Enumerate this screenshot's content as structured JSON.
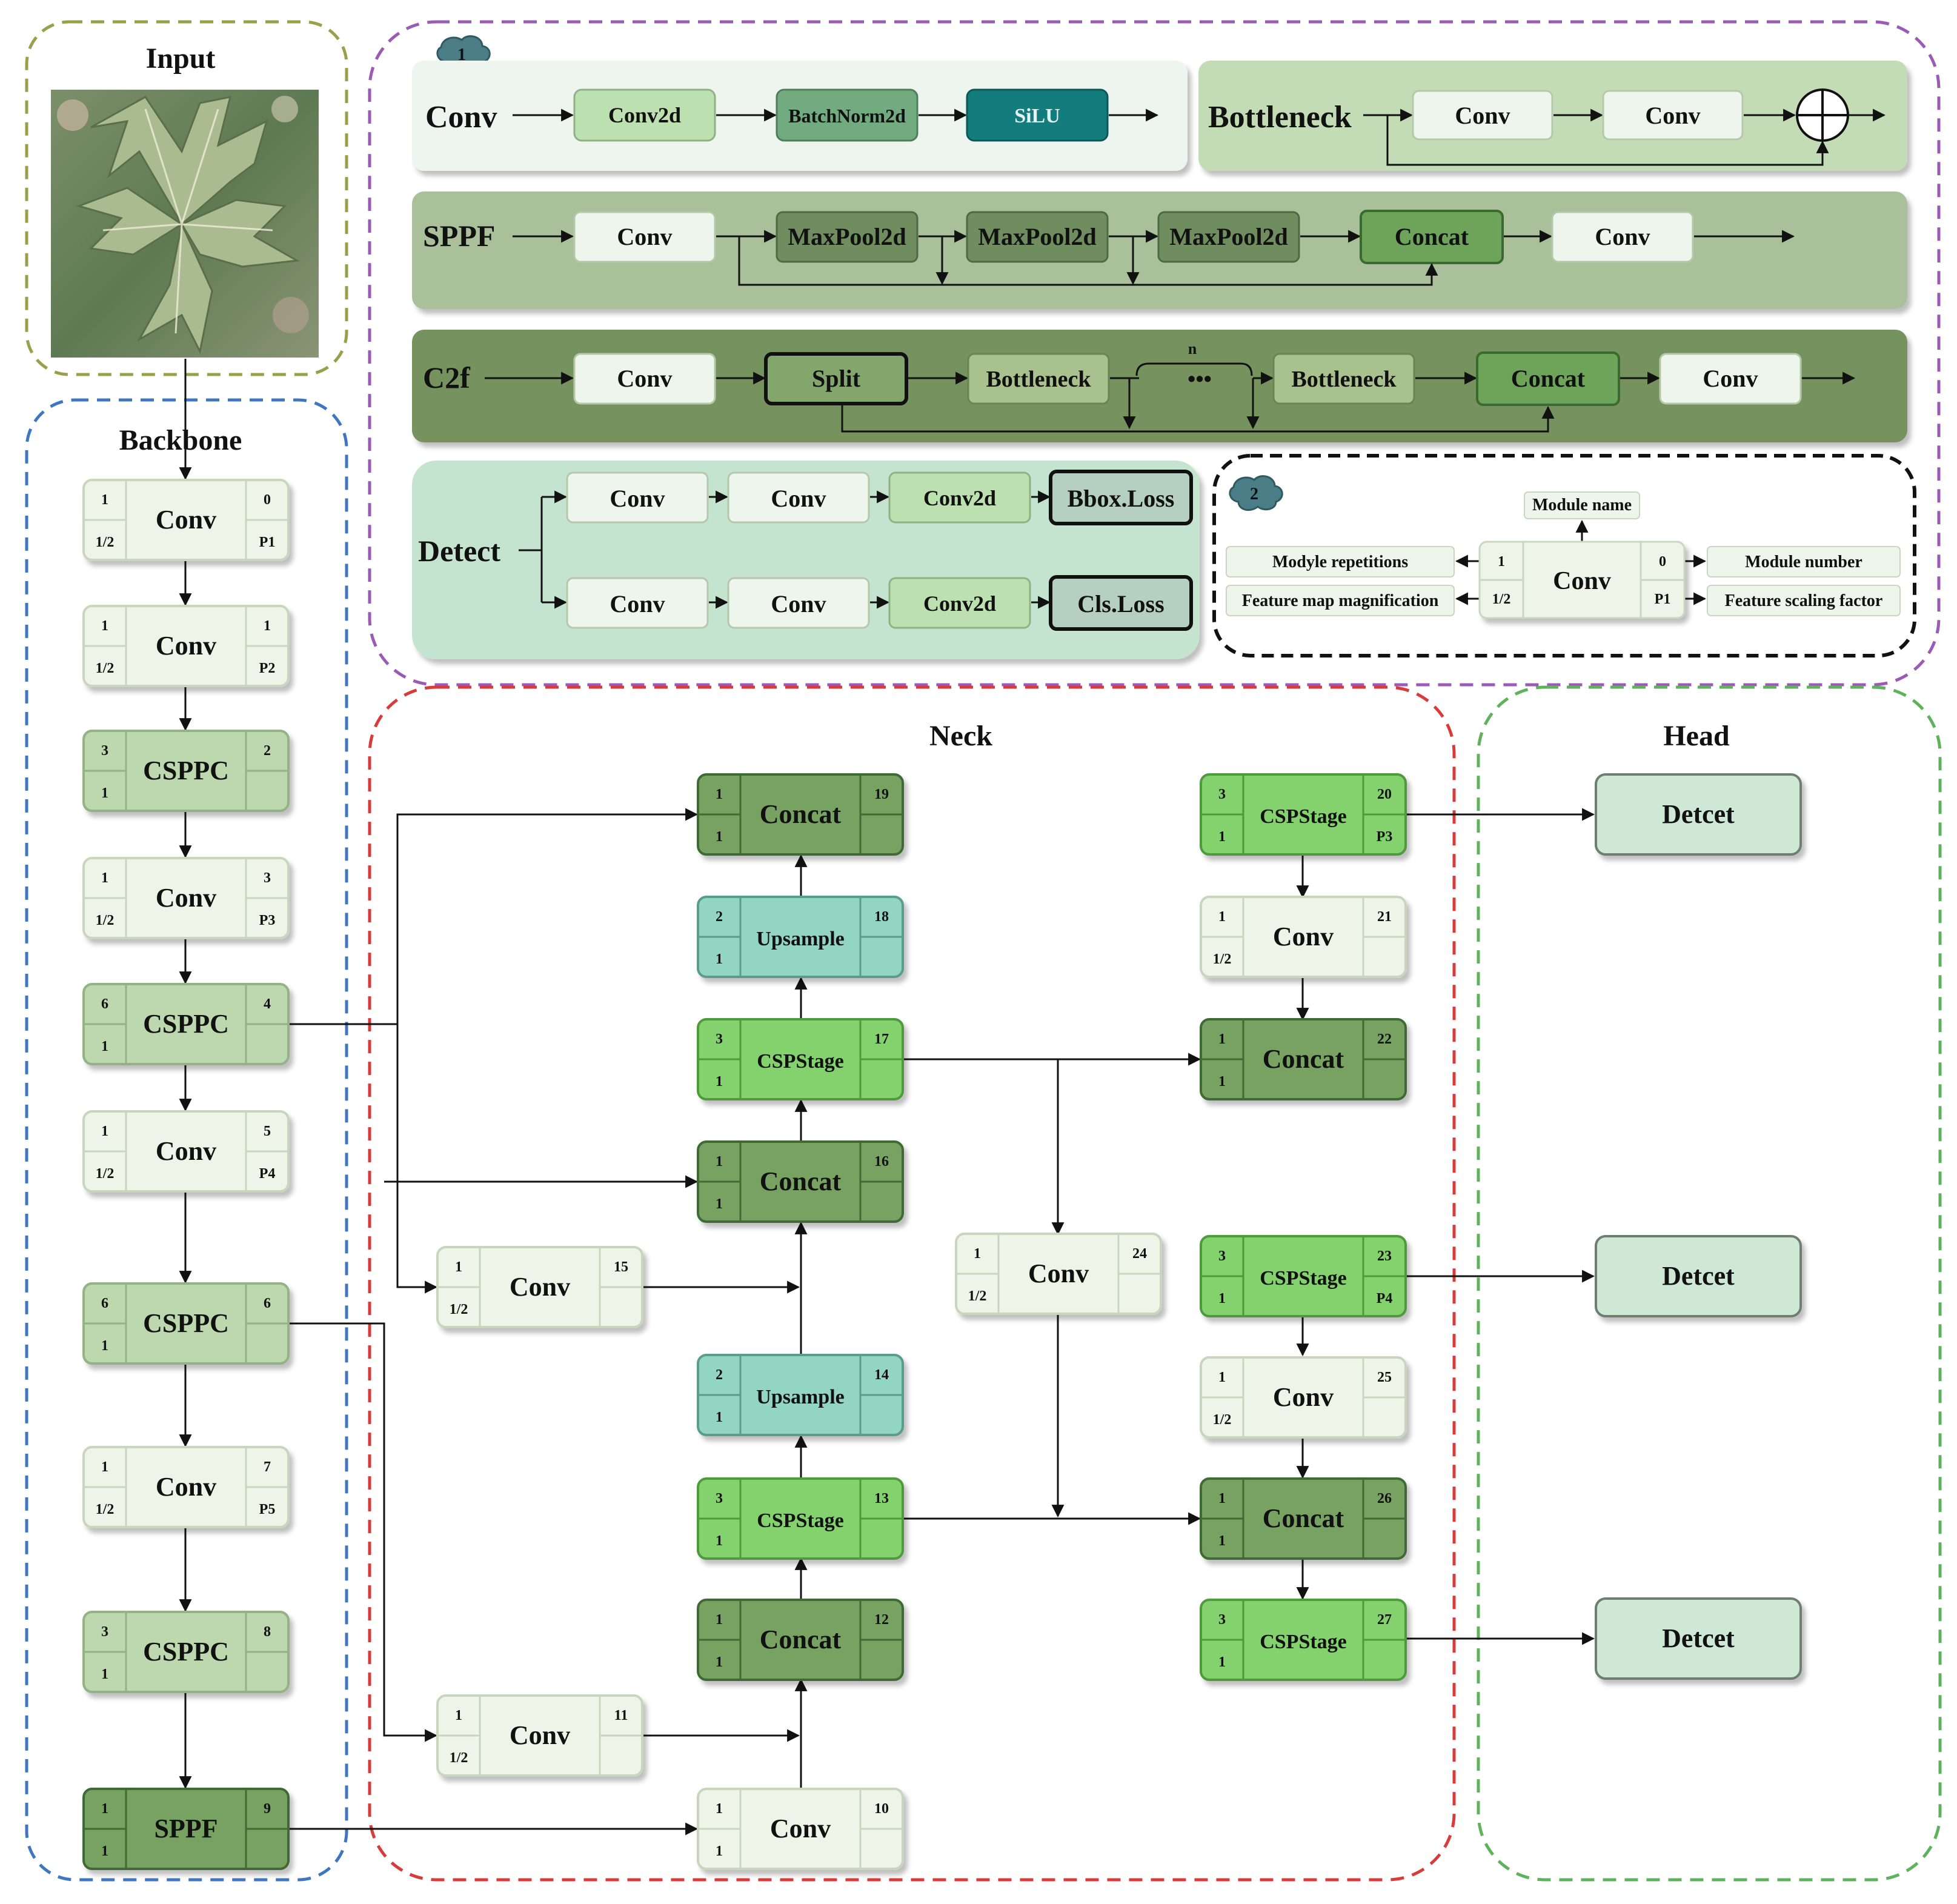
{
  "sections": {
    "input": "Input",
    "backbone": "Backbone",
    "neck": "Neck",
    "head": "Head"
  },
  "legend1": {
    "badge": "1",
    "conv": {
      "title": "Conv",
      "blocks": [
        "Conv2d",
        "BatchNorm2d",
        "SiLU"
      ]
    },
    "bottleneck": {
      "title": "Bottleneck",
      "blocks": [
        "Conv",
        "Conv"
      ]
    },
    "sppf": {
      "title": "SPPF",
      "blocks": [
        "Conv",
        "MaxPool2d",
        "MaxPool2d",
        "MaxPool2d",
        "Concat",
        "Conv"
      ]
    },
    "c2f": {
      "title": "C2f",
      "blocks": [
        "Conv",
        "Split",
        "Bottleneck",
        "•••",
        "Bottleneck",
        "Concat",
        "Conv"
      ],
      "n_label": "n"
    },
    "detect": {
      "title": "Detect",
      "row1": [
        "Conv",
        "Conv",
        "Conv2d",
        "Bbox.Loss"
      ],
      "row2": [
        "Conv",
        "Conv",
        "Conv2d",
        "Cls.Loss"
      ]
    }
  },
  "legend2": {
    "badge": "2",
    "module_name": "Module name",
    "repetitions": "Modyle repetitions",
    "magnification": "Feature map magnification",
    "module_number": "Module number",
    "scaling": "Feature scaling factor",
    "example": {
      "name": "Conv",
      "tl": "1",
      "bl": "1/2",
      "tr": "0",
      "br": "P1"
    }
  },
  "modules": [
    {
      "id": "m0",
      "name": "Conv",
      "tl": "1",
      "bl": "1/2",
      "tr": "0",
      "br": "P1",
      "style": "light"
    },
    {
      "id": "m1",
      "name": "Conv",
      "tl": "1",
      "bl": "1/2",
      "tr": "1",
      "br": "P2",
      "style": "light"
    },
    {
      "id": "m2",
      "name": "CSPPC",
      "tl": "3",
      "bl": "1",
      "tr": "2",
      "br": "",
      "style": "sage"
    },
    {
      "id": "m3",
      "name": "Conv",
      "tl": "1",
      "bl": "1/2",
      "tr": "3",
      "br": "P3",
      "style": "light"
    },
    {
      "id": "m4",
      "name": "CSPPC",
      "tl": "6",
      "bl": "1",
      "tr": "4",
      "br": "",
      "style": "sage"
    },
    {
      "id": "m5",
      "name": "Conv",
      "tl": "1",
      "bl": "1/2",
      "tr": "5",
      "br": "P4",
      "style": "light"
    },
    {
      "id": "m6",
      "name": "CSPPC",
      "tl": "6",
      "bl": "1",
      "tr": "6",
      "br": "",
      "style": "sage"
    },
    {
      "id": "m7",
      "name": "Conv",
      "tl": "1",
      "bl": "1/2",
      "tr": "7",
      "br": "P5",
      "style": "light"
    },
    {
      "id": "m8",
      "name": "CSPPC",
      "tl": "3",
      "bl": "1",
      "tr": "8",
      "br": "",
      "style": "sage"
    },
    {
      "id": "m9",
      "name": "SPPF",
      "tl": "1",
      "bl": "1",
      "tr": "9",
      "br": "",
      "style": "dark"
    },
    {
      "id": "m10",
      "name": "Conv",
      "tl": "1",
      "bl": "1",
      "tr": "10",
      "br": "",
      "style": "light"
    },
    {
      "id": "m11",
      "name": "Conv",
      "tl": "1",
      "bl": "1/2",
      "tr": "11",
      "br": "",
      "style": "light"
    },
    {
      "id": "m12",
      "name": "Concat",
      "tl": "1",
      "bl": "1",
      "tr": "12",
      "br": "",
      "style": "dark"
    },
    {
      "id": "m13",
      "name": "CSPStage",
      "tl": "3",
      "bl": "1",
      "tr": "13",
      "br": "",
      "style": "bright"
    },
    {
      "id": "m14",
      "name": "Upsample",
      "tl": "2",
      "bl": "1",
      "tr": "14",
      "br": "",
      "style": "teal"
    },
    {
      "id": "m15",
      "name": "Conv",
      "tl": "1",
      "bl": "1/2",
      "tr": "15",
      "br": "",
      "style": "light"
    },
    {
      "id": "m16",
      "name": "Concat",
      "tl": "1",
      "bl": "1",
      "tr": "16",
      "br": "",
      "style": "dark"
    },
    {
      "id": "m17",
      "name": "CSPStage",
      "tl": "3",
      "bl": "1",
      "tr": "17",
      "br": "",
      "style": "bright"
    },
    {
      "id": "m18",
      "name": "Upsample",
      "tl": "2",
      "bl": "1",
      "tr": "18",
      "br": "",
      "style": "teal"
    },
    {
      "id": "m19",
      "name": "Concat",
      "tl": "1",
      "bl": "1",
      "tr": "19",
      "br": "",
      "style": "dark"
    },
    {
      "id": "m20",
      "name": "CSPStage",
      "tl": "3",
      "bl": "1",
      "tr": "20",
      "br": "P3",
      "style": "bright"
    },
    {
      "id": "m21",
      "name": "Conv",
      "tl": "1",
      "bl": "1/2",
      "tr": "21",
      "br": "",
      "style": "light"
    },
    {
      "id": "m22",
      "name": "Concat",
      "tl": "1",
      "bl": "1",
      "tr": "22",
      "br": "",
      "style": "dark"
    },
    {
      "id": "m23",
      "name": "CSPStage",
      "tl": "3",
      "bl": "1",
      "tr": "23",
      "br": "P4",
      "style": "bright"
    },
    {
      "id": "m24",
      "name": "Conv",
      "tl": "1",
      "bl": "1/2",
      "tr": "24",
      "br": "",
      "style": "light"
    },
    {
      "id": "m25",
      "name": "Conv",
      "tl": "1",
      "bl": "1/2",
      "tr": "25",
      "br": "",
      "style": "light"
    },
    {
      "id": "m26",
      "name": "Concat",
      "tl": "1",
      "bl": "1",
      "tr": "26",
      "br": "",
      "style": "dark"
    },
    {
      "id": "m27",
      "name": "CSPStage",
      "tl": "3",
      "bl": "1",
      "tr": "27",
      "br": "",
      "style": "bright"
    }
  ],
  "heads": [
    "Detcet",
    "Detcet",
    "Detcet"
  ],
  "colors": {
    "light": "#eef5e8",
    "sage": "#bdd7ae",
    "dark": "#77a262",
    "bright": "#84d26d",
    "teal": "#93d5c3",
    "head": "#cfe8d6",
    "input_border": "#9aa04a",
    "backbone_border": "#3f76c0",
    "neck_border": "#d93a3a",
    "head_border": "#5fb25c",
    "legend_border": "#9a5ab5"
  }
}
